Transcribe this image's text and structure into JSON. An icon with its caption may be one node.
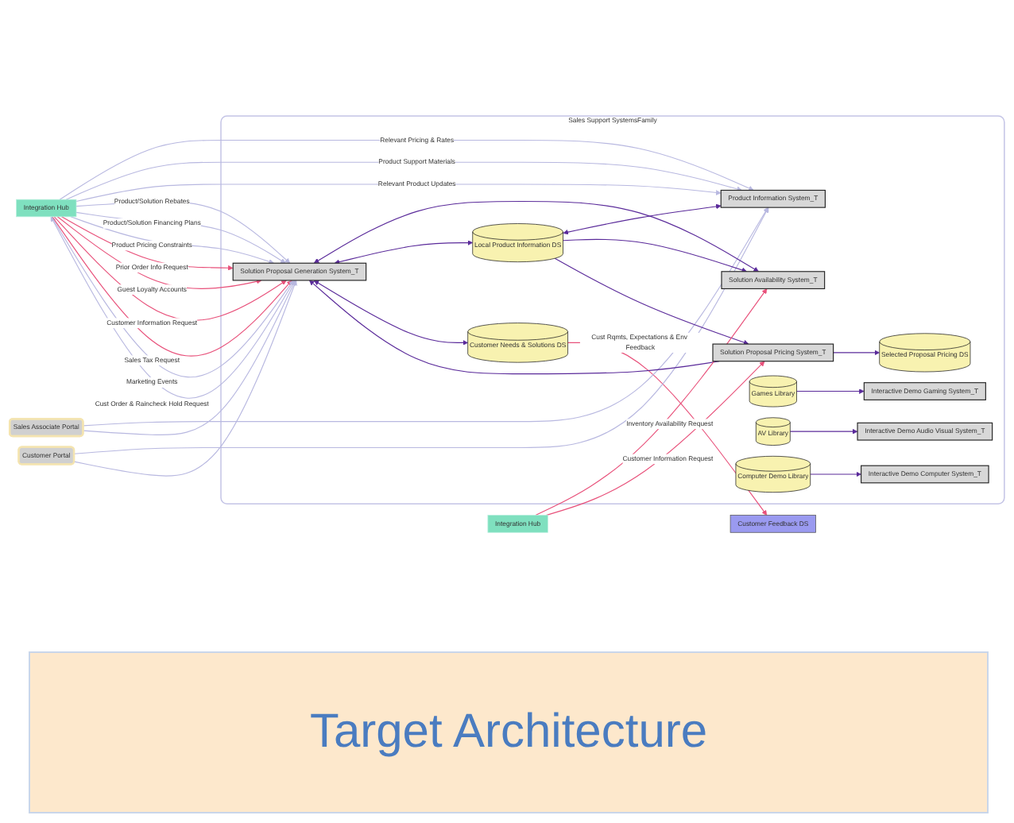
{
  "diagram": {
    "caption": "Target Architecture",
    "nodes": [
      {
        "text": [
          "Integration Hub"
        ]
      },
      {
        "text": [
          "Sales Associate Portal"
        ]
      },
      {
        "text": [
          "Customer Portal"
        ]
      },
      {
        "text": [
          "Sales Support SystemsFamily"
        ]
      },
      {
        "text": [
          "Product Information System_T"
        ],
        "in": 3
      },
      {
        "text": [
          "Integration Hub"
        ]
      },
      {
        "text": [
          "Solution Proposal Generation System_T"
        ],
        "in": 3
      },
      {
        "text": [
          "Solution Availability System_T"
        ],
        "in": 3
      },
      {
        "text": [
          "Local Product Information DS"
        ],
        "in": 3
      },
      {
        "text": [
          "Solution Proposal Pricing System_T"
        ],
        "in": 3
      },
      {
        "text": [
          "Customer Needs & Solutions DS"
        ],
        "in": 3
      },
      {
        "text": [
          "Selected Proposal Pricing DS"
        ],
        "in": 3
      },
      {
        "text": [
          "Customer Feedback DS"
        ]
      },
      {
        "text": [
          "Games Library"
        ],
        "in": 3
      },
      {
        "text": [
          "Interactive Demo Gaming System_T"
        ],
        "in": 3
      },
      {
        "text": [
          "Interactive Demo Audio Visual System_T"
        ],
        "in": 3
      },
      {
        "text": [
          "AV Library"
        ],
        "in": 3
      },
      {
        "text": [
          "Computer Demo Library"
        ],
        "in": 3
      },
      {
        "text": [
          "Interactive Demo Computer System_T"
        ],
        "in": 3
      }
    ],
    "edges": [
      {
        "from": 0,
        "to": 4,
        "arrow": "to",
        "label": "Relevant Pricing & Rates"
      },
      {
        "from": 0,
        "to": 4,
        "arrow": "to",
        "label": "Product Support Materials"
      },
      {
        "from": 0,
        "to": 4,
        "arrow": "to",
        "label": "Relevant Product Updates"
      },
      {
        "from": 0,
        "to": 6,
        "arrow": "to",
        "label": "Product/Solution Rebates"
      },
      {
        "from": 0,
        "to": 6,
        "arrow": "to",
        "label": "Product/Solution Financing Plans"
      },
      {
        "from": 0,
        "to": 6,
        "arrow": "to",
        "label": "Product Pricing Constraints"
      },
      {
        "from": 0,
        "to": 6,
        "arrow": "to",
        "label": "Prior Order Info Request",
        "color": "#e8507a"
      },
      {
        "from": 6,
        "to": 0,
        "arrow": "to",
        "label": "Cust Order & Raincheck Hold Request"
      },
      {
        "from": 0,
        "to": 6,
        "arrow": "to",
        "label": "Guest Loyalty Accounts",
        "color": "#e8507a"
      },
      {
        "from": 0,
        "to": 6,
        "arrow": "to",
        "label": "Customer Information Request",
        "color": "#e8507a"
      },
      {
        "from": 0,
        "to": 6,
        "arrow": "to",
        "label": "Sales Tax Request",
        "color": "#e8507a"
      },
      {
        "from": 0,
        "to": 6,
        "arrow": "to",
        "label": "Marketing Events"
      },
      {
        "from": 10,
        "to": 12,
        "arrow": "to",
        "label": "Cust Rqmts, Expectations & Env Feedback",
        "color": "#e8507a"
      },
      {
        "from": 1,
        "to": 4,
        "arrow": "to"
      },
      {
        "from": 1,
        "to": 6,
        "arrow": "to"
      },
      {
        "from": 2,
        "to": 4,
        "arrow": "to"
      },
      {
        "from": 2,
        "to": 6,
        "arrow": "to"
      },
      {
        "from": 8,
        "to": 4,
        "arrow": "both",
        "color": "#5a2a9a"
      },
      {
        "from": 6,
        "to": 7,
        "arrow": "both",
        "color": "#5a2a9a"
      },
      {
        "from": 8,
        "to": 7,
        "arrow": "to",
        "color": "#5a2a9a"
      },
      {
        "from": 6,
        "to": 8,
        "arrow": "both",
        "color": "#5a2a9a"
      },
      {
        "from": 8,
        "to": 9,
        "arrow": "to",
        "color": "#5a2a9a"
      },
      {
        "from": 9,
        "to": 6,
        "arrow": "to",
        "color": "#5a2a9a"
      },
      {
        "from": 9,
        "to": 11,
        "arrow": "to",
        "color": "#5a2a9a"
      },
      {
        "from": 6,
        "to": 10,
        "arrow": "both",
        "color": "#5a2a9a"
      },
      {
        "from": 5,
        "to": 7,
        "arrow": "to",
        "label": "Inventory Availability Request",
        "color": "#e8507a"
      },
      {
        "from": 5,
        "to": 9,
        "arrow": "to",
        "label": "Customer Information Request",
        "color": "#e8507a"
      },
      {
        "from": 13,
        "to": 14,
        "arrow": "to",
        "color": "#5a2a9a"
      },
      {
        "from": 16,
        "to": 15,
        "arrow": "to",
        "color": "#5a2a9a"
      },
      {
        "from": 17,
        "to": 18,
        "arrow": "to",
        "color": "#5a2a9a"
      }
    ]
  }
}
